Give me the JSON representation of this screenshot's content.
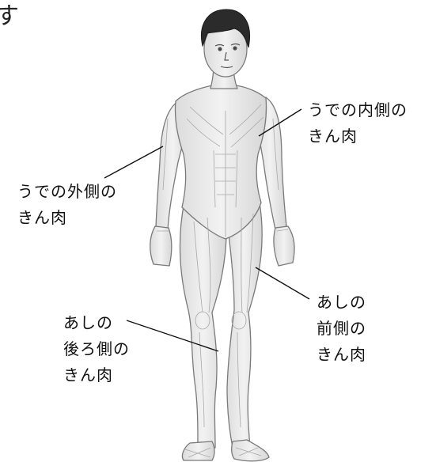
{
  "cutoff_text": "す",
  "labels": {
    "arm_inner": {
      "line1": "うでの内側の",
      "line2": "きん肉"
    },
    "arm_outer": {
      "line1": "うでの外側の",
      "line2": "きん肉"
    },
    "leg_front": {
      "line1": "あしの",
      "line2": "前側の",
      "line3": "きん肉"
    },
    "leg_back": {
      "line1": "あしの",
      "line2": "後ろ側の",
      "line3": "きん肉"
    }
  },
  "colors": {
    "skin_muscle": "#e9e9e9",
    "outline": "#7a7a7a",
    "hair": "#2b2b2b",
    "leader_line": "#111111"
  }
}
